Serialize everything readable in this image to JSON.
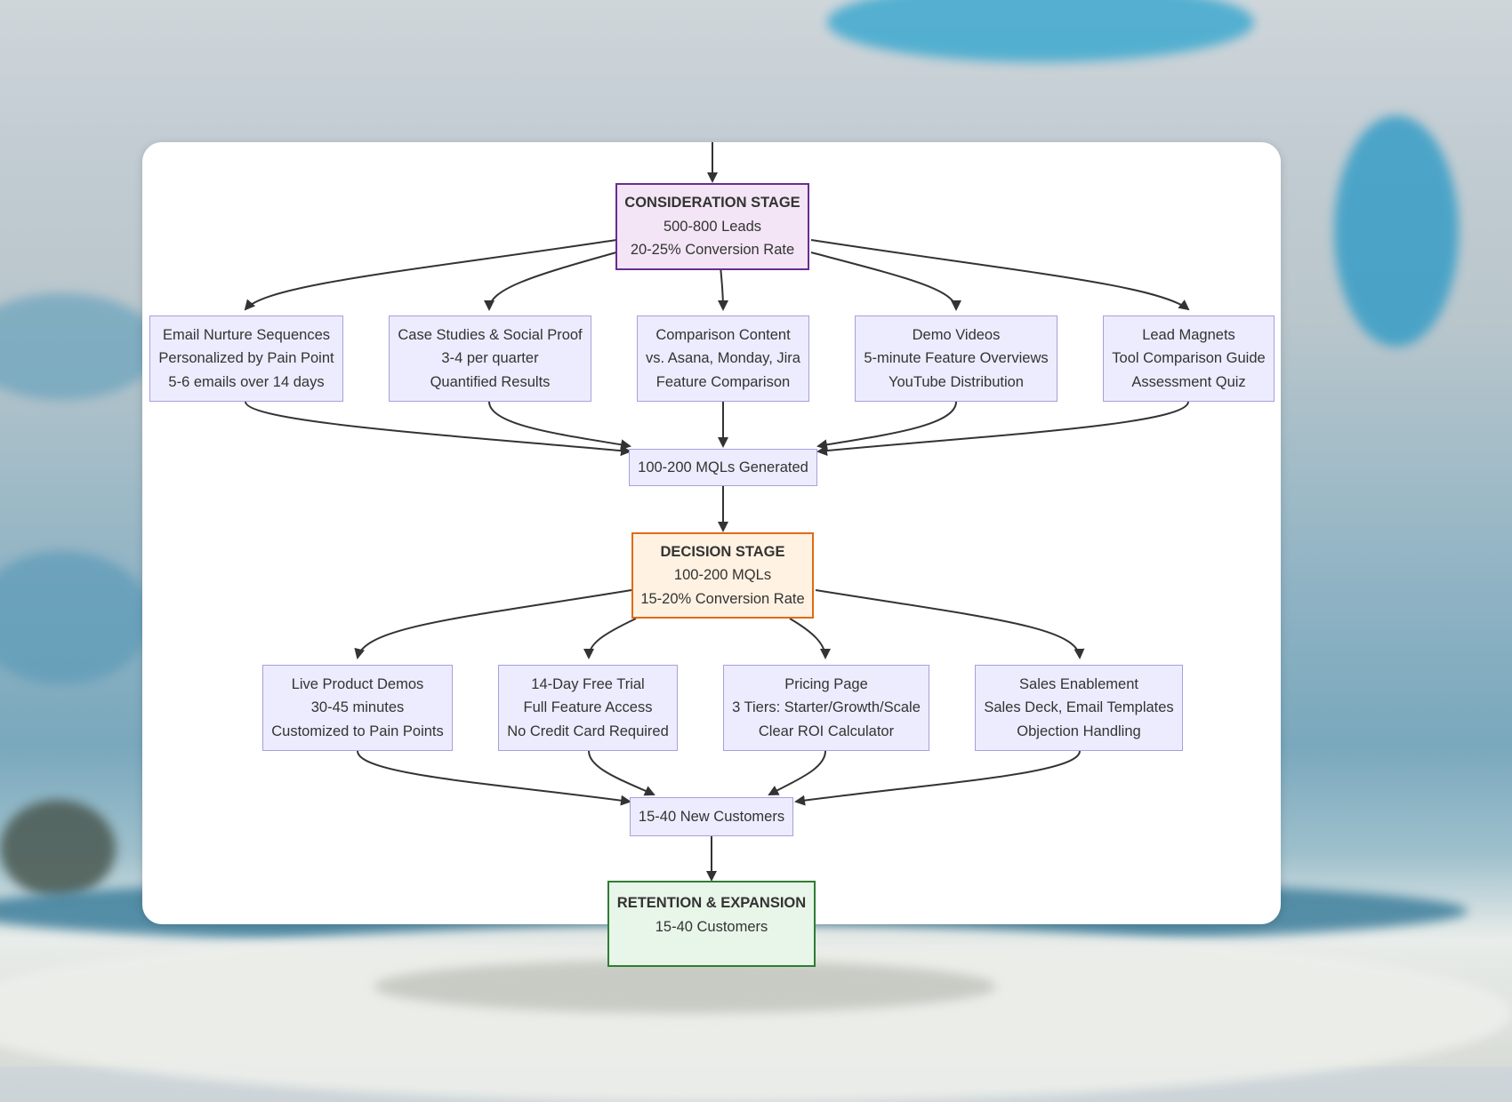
{
  "diagram": {
    "consideration": {
      "title": "CONSIDERATION STAGE",
      "line1": "500-800 Leads",
      "line2": "20-25% Conversion Rate"
    },
    "consideration_tactics": [
      {
        "l1": "Email Nurture Sequences",
        "l2": "Personalized by Pain Point",
        "l3": "5-6 emails over 14 days"
      },
      {
        "l1": "Case Studies & Social Proof",
        "l2": "3-4 per quarter",
        "l3": "Quantified Results"
      },
      {
        "l1": "Comparison Content",
        "l2": "vs. Asana, Monday, Jira",
        "l3": "Feature Comparison"
      },
      {
        "l1": "Demo Videos",
        "l2": "5-minute Feature Overviews",
        "l3": "YouTube Distribution"
      },
      {
        "l1": "Lead Magnets",
        "l2": "Tool Comparison Guide",
        "l3": "Assessment Quiz"
      }
    ],
    "mqls": "100-200 MQLs Generated",
    "decision": {
      "title": "DECISION STAGE",
      "line1": "100-200 MQLs",
      "line2": "15-20% Conversion Rate"
    },
    "decision_tactics": [
      {
        "l1": "Live Product Demos",
        "l2": "30-45 minutes",
        "l3": "Customized to Pain Points"
      },
      {
        "l1": "14-Day Free Trial",
        "l2": "Full Feature Access",
        "l3": "No Credit Card Required"
      },
      {
        "l1": "Pricing Page",
        "l2": "3 Tiers: Starter/Growth/Scale",
        "l3": "Clear ROI Calculator"
      },
      {
        "l1": "Sales Enablement",
        "l2": "Sales Deck, Email Templates",
        "l3": "Objection Handling"
      }
    ],
    "customers": "15-40 New Customers",
    "retention": {
      "title": "RETENTION & EXPANSION",
      "line1": "15-40 Customers"
    }
  },
  "colors": {
    "consideration_border": "#6a2c91",
    "decision_border": "#e06b16",
    "retention_border": "#2e7d32",
    "node_fill": "#ececfe",
    "node_border": "#a89fdc",
    "edge": "#333333"
  }
}
